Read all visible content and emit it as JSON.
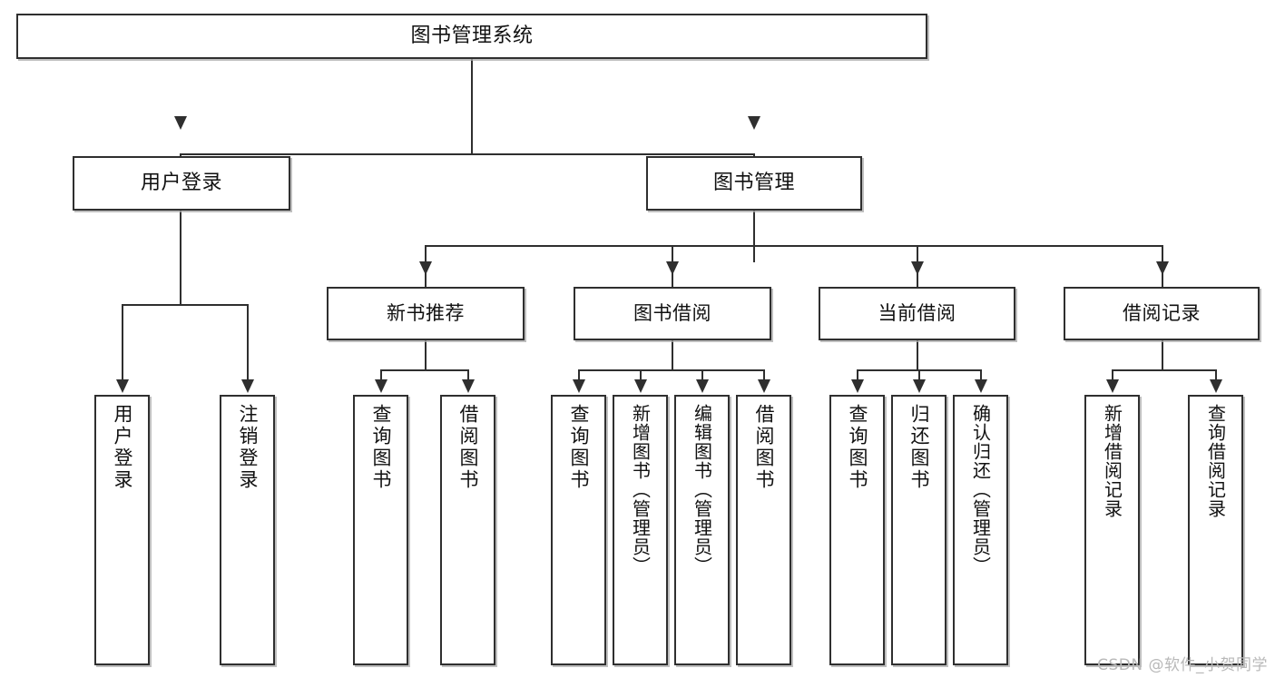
{
  "diagram": {
    "title": "图书管理系统",
    "type": "功能结构图",
    "watermark": "CSDN @软件_小贺同学",
    "colors": {
      "border": "#2f2f2f",
      "fill": "#ffffff",
      "text": "#111111",
      "shadow": "#aaaaaa",
      "watermark": "#b9b9b9"
    }
  },
  "nodes": {
    "root": {
      "label": "图书管理系统"
    },
    "level2": [
      {
        "label": "用户登录"
      },
      {
        "label": "图书管理"
      }
    ],
    "level3": [
      {
        "label": "新书推荐"
      },
      {
        "label": "图书借阅"
      },
      {
        "label": "当前借阅"
      },
      {
        "label": "借阅记录"
      }
    ],
    "leaves": {
      "user_login": [
        {
          "label": "用户登录"
        },
        {
          "label": "注销登录"
        }
      ],
      "new_book_recommend": [
        {
          "label": "查询图书"
        },
        {
          "label": "借阅图书"
        }
      ],
      "book_borrow": [
        {
          "label": "查询图书"
        },
        {
          "label": "新增图书（管理员）"
        },
        {
          "label": "编辑图书（管理员）"
        },
        {
          "label": "借阅图书"
        }
      ],
      "current_borrow": [
        {
          "label": "查询图书"
        },
        {
          "label": "归还图书"
        },
        {
          "label": "确认归还（管理员）"
        }
      ],
      "borrow_record": [
        {
          "label": "新增借阅记录"
        },
        {
          "label": "查询借阅记录"
        }
      ]
    }
  }
}
